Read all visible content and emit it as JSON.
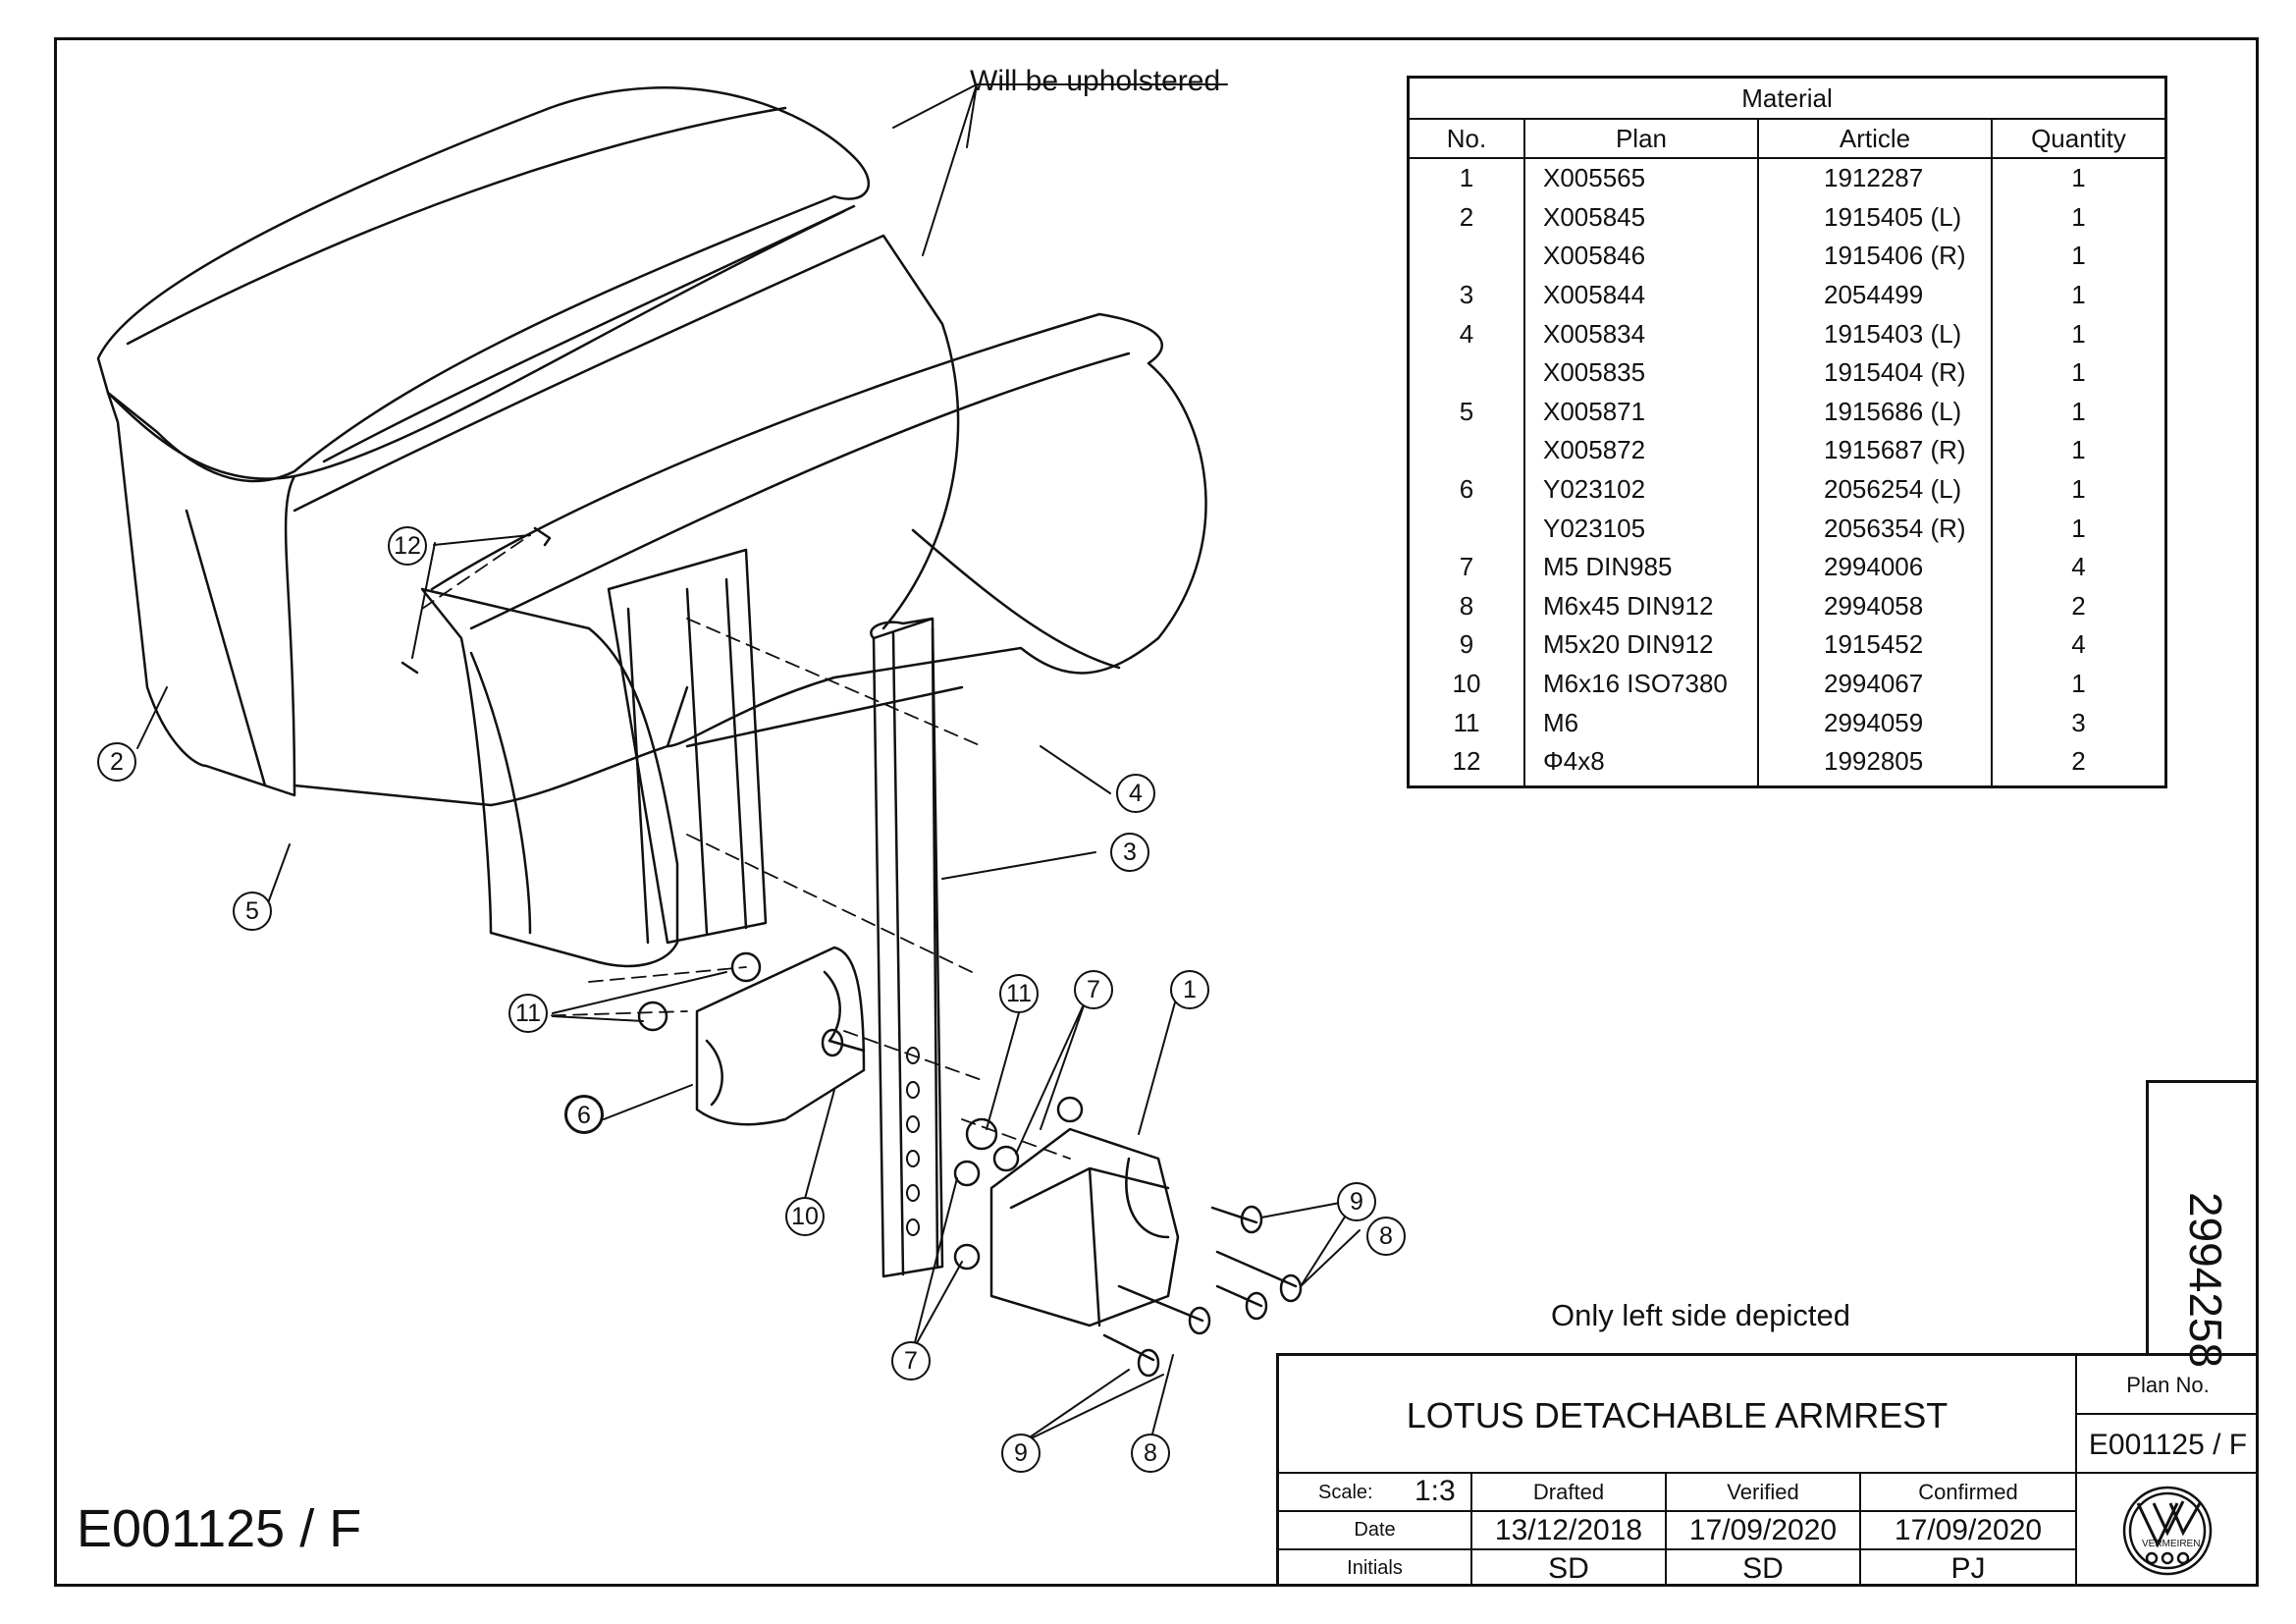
{
  "drawing_number": "E001125 / F",
  "notes": {
    "upholstered": "Will be upholstered",
    "left_side": "Only left side depicted"
  },
  "vertical_number": "2994258",
  "material": {
    "title": "Material",
    "headers": [
      "No.",
      "Plan",
      "Article",
      "Quantity"
    ],
    "rows": [
      {
        "no": "1",
        "plan": "X005565",
        "article": "1912287",
        "qty": "1"
      },
      {
        "no": "2",
        "plan": "X005845",
        "article": "1915405 (L)",
        "qty": "1"
      },
      {
        "no": "",
        "plan": "X005846",
        "article": "1915406 (R)",
        "qty": "1"
      },
      {
        "no": "3",
        "plan": "X005844",
        "article": "2054499",
        "qty": "1"
      },
      {
        "no": "4",
        "plan": "X005834",
        "article": "1915403 (L)",
        "qty": "1"
      },
      {
        "no": "",
        "plan": "X005835",
        "article": "1915404 (R)",
        "qty": "1"
      },
      {
        "no": "5",
        "plan": "X005871",
        "article": "1915686 (L)",
        "qty": "1"
      },
      {
        "no": "",
        "plan": "X005872",
        "article": "1915687 (R)",
        "qty": "1"
      },
      {
        "no": "6",
        "plan": "Y023102",
        "article": "2056254 (L)",
        "qty": "1"
      },
      {
        "no": "",
        "plan": "Y023105",
        "article": "2056354 (R)",
        "qty": "1"
      },
      {
        "no": "7",
        "plan": "M5 DIN985",
        "article": "2994006",
        "qty": "4"
      },
      {
        "no": "8",
        "plan": "M6x45 DIN912",
        "article": "2994058",
        "qty": "2"
      },
      {
        "no": "9",
        "plan": "M5x20 DIN912",
        "article": "1915452",
        "qty": "4"
      },
      {
        "no": "10",
        "plan": "M6x16 ISO7380",
        "article": "2994067",
        "qty": "1"
      },
      {
        "no": "11",
        "plan": "M6",
        "article": "2994059",
        "qty": "3"
      },
      {
        "no": "12",
        "plan": "Φ4x8",
        "article": "1992805",
        "qty": "2"
      }
    ]
  },
  "title_block": {
    "title": "LOTUS DETACHABLE ARMREST",
    "plan_no_label": "Plan No.",
    "plan_no": "E001125 / F",
    "scale_label": "Scale:",
    "scale": "1:3",
    "drafted_label": "Drafted",
    "verified_label": "Verified",
    "confirmed_label": "Confirmed",
    "date_label": "Date",
    "initials_label": "Initials",
    "drafted_date": "13/12/2018",
    "verified_date": "17/09/2020",
    "confirmed_date": "17/09/2020",
    "drafted_initials": "SD",
    "verified_initials": "SD",
    "confirmed_initials": "PJ",
    "logo_text": "VERMEIREN"
  },
  "callouts": {
    "c1": "1",
    "c2": "2",
    "c3": "3",
    "c4": "4",
    "c5": "5",
    "c6": "6",
    "c7": "7",
    "c8": "8",
    "c9": "9",
    "c10": "10",
    "c11": "11",
    "c12": "12"
  }
}
